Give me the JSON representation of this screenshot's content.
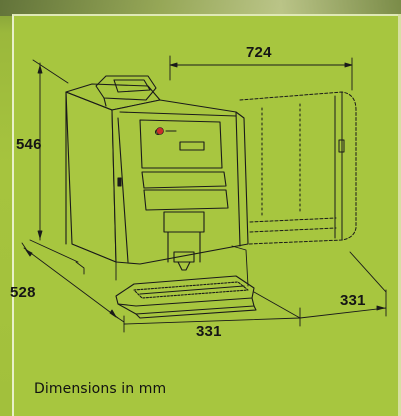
{
  "diagram": {
    "dimensions": {
      "width": "724",
      "height": "546",
      "depth": "528",
      "front_width": "331",
      "side_width": "331"
    },
    "caption": "Dimensions in mm"
  },
  "colors": {
    "background": "#a7c63f",
    "line": "#1a1a1a"
  }
}
